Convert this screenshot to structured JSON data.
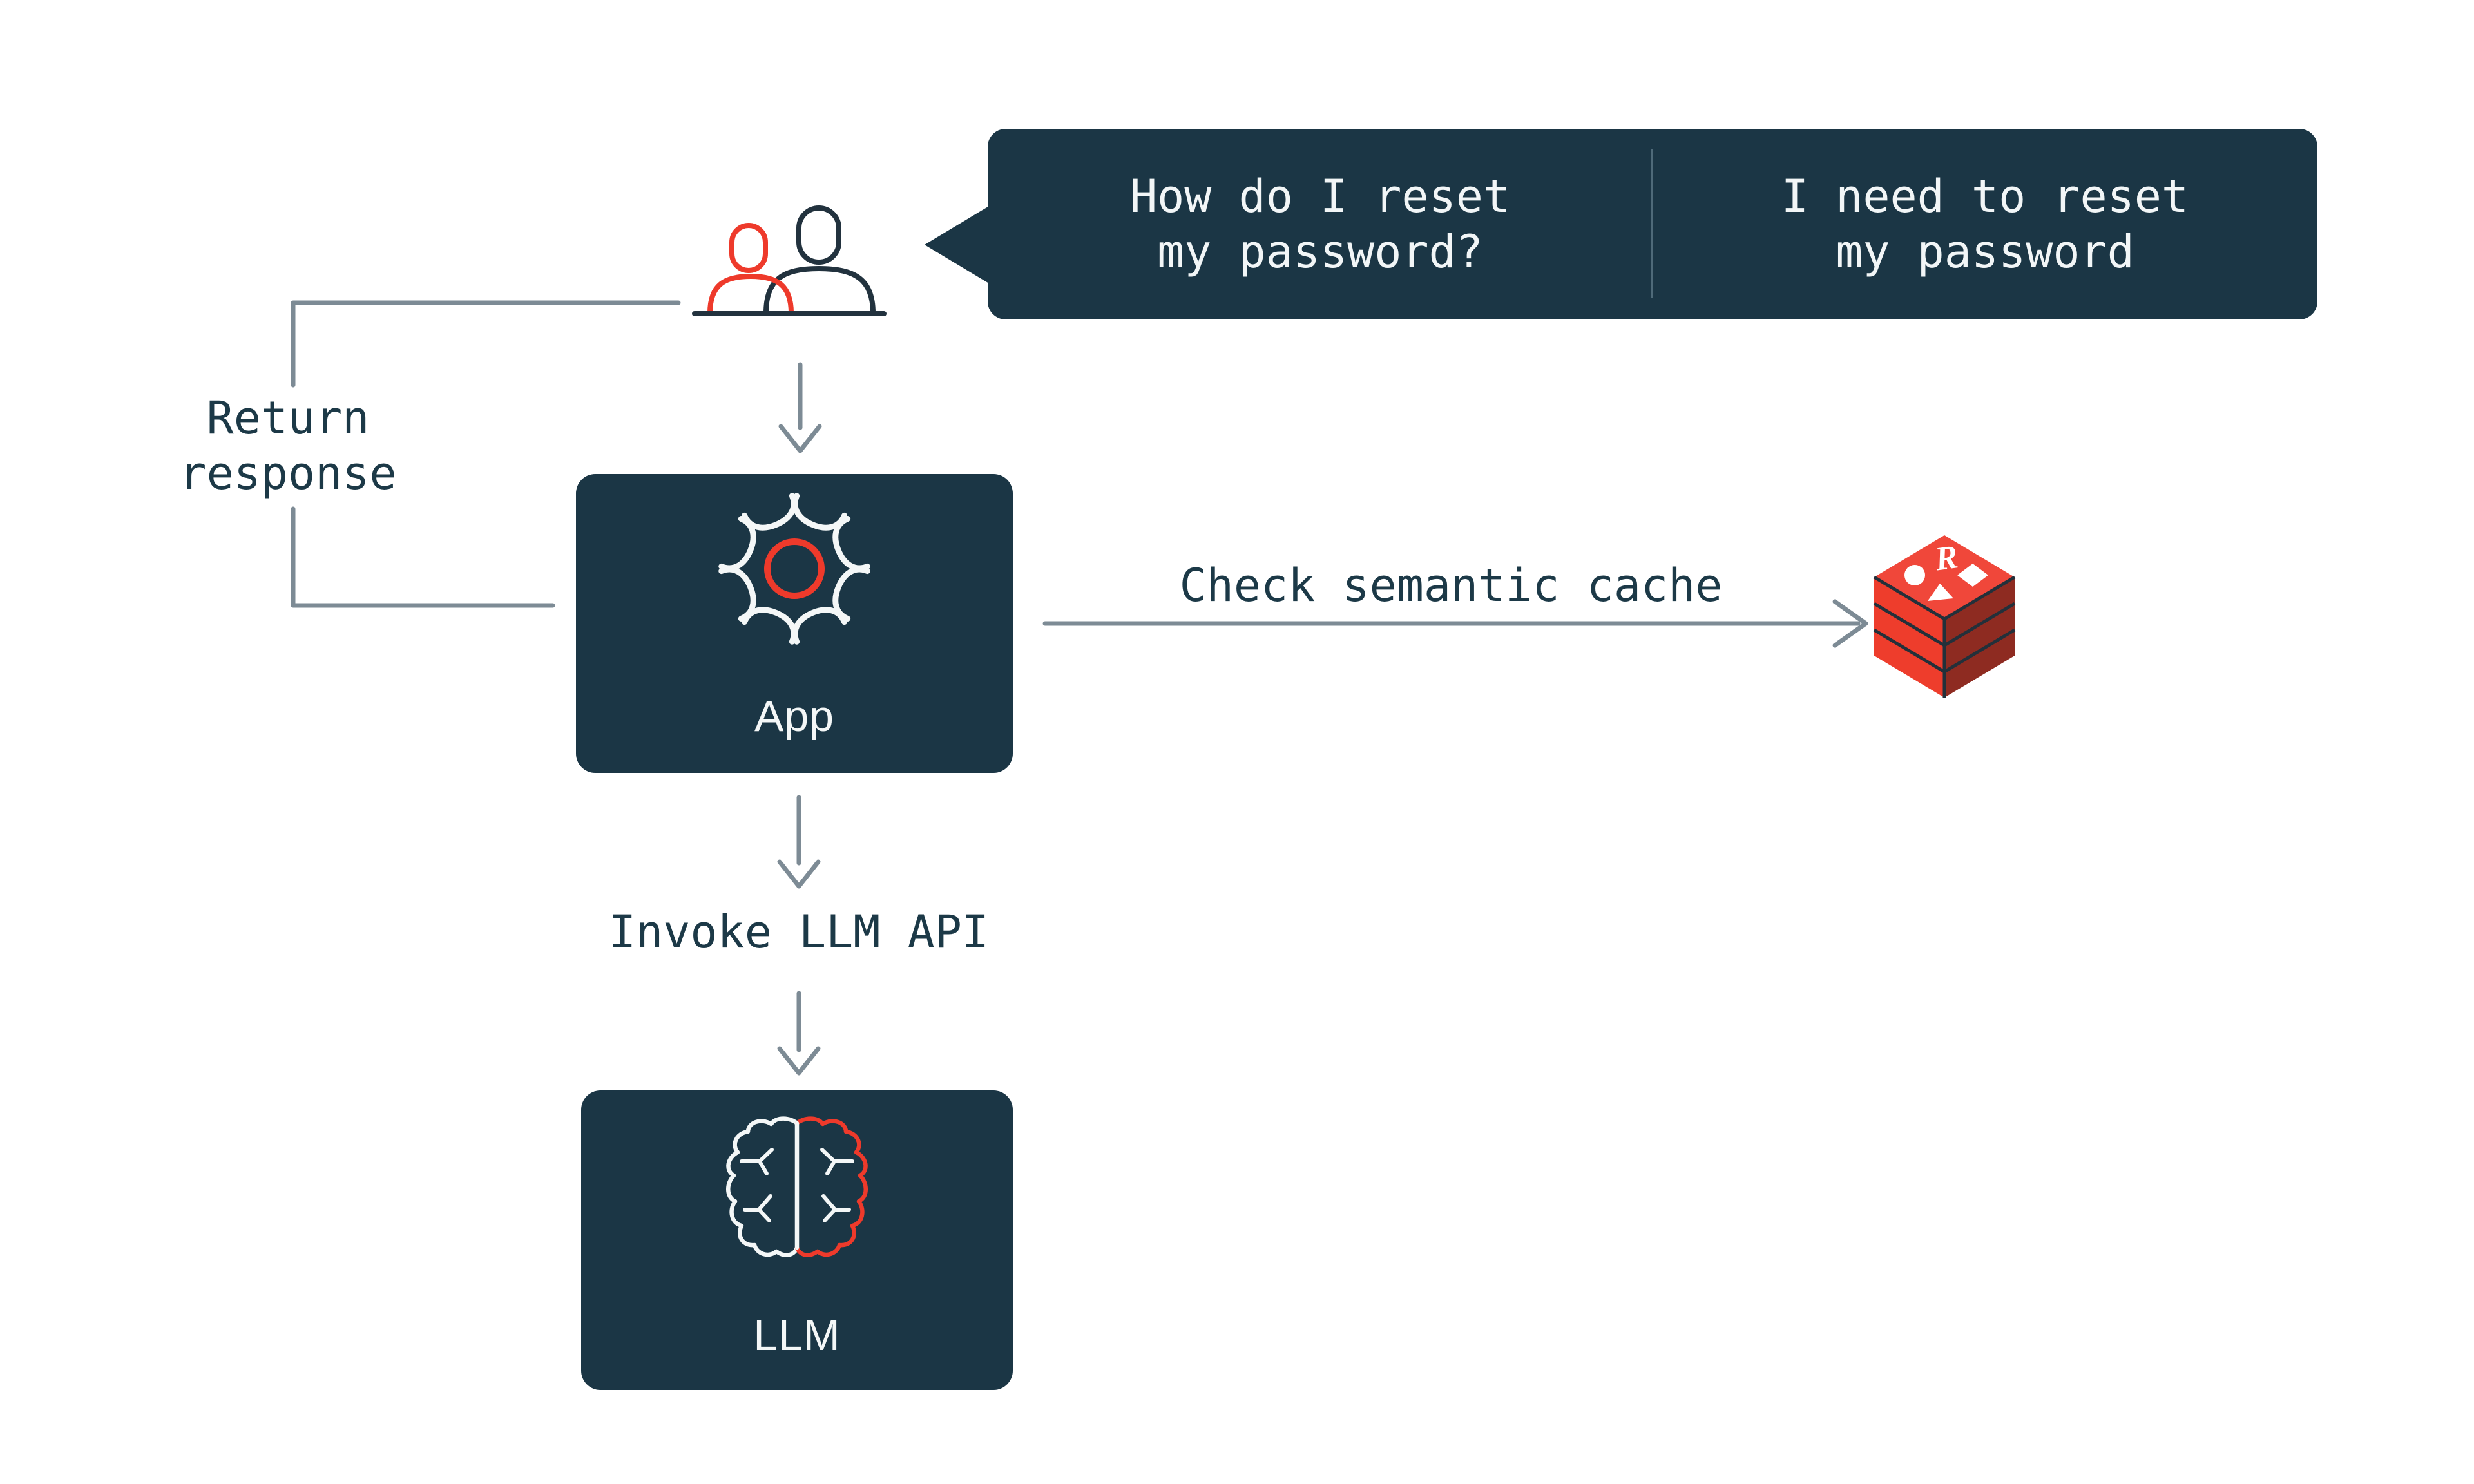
{
  "diagram": {
    "title_hint": "semantic cache flow diagram",
    "bubble": {
      "left_message": {
        "line1": "How do I reset",
        "line2": "my password?"
      },
      "right_message": {
        "line1": "I need to reset",
        "line2": "my password"
      }
    },
    "nodes": {
      "users": {
        "icon": "users-icon"
      },
      "app": {
        "label": "App",
        "icon": "gear-icon"
      },
      "llm": {
        "label": "LLM",
        "icon": "brain-icon"
      },
      "cache": {
        "icon": "redis-icon"
      }
    },
    "edges": {
      "return_response": {
        "line1": "Return",
        "line2": "response"
      },
      "check_cache": {
        "label": "Check semantic cache"
      },
      "invoke_llm": {
        "label": "Invoke LLM API"
      }
    },
    "colors": {
      "navy": "#1b3645",
      "text_navy": "#1c3947",
      "red": "#ee3a2b",
      "redis_bright": "#ee3d2c",
      "redis_dark": "#8e2b21",
      "line_gray": "#7d8b95",
      "divider": "#4f6a79",
      "text_light": "#f2f6f7",
      "background": "#ffffff"
    }
  }
}
